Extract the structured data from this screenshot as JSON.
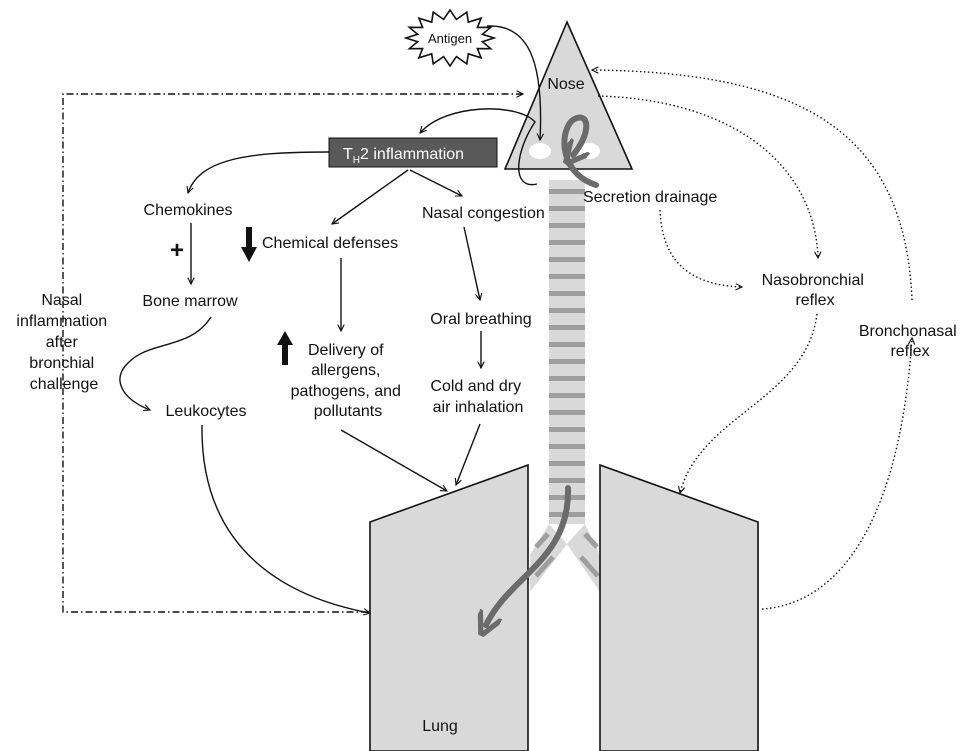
{
  "nodes": {
    "antigen": "Antigen",
    "nose": "Nose",
    "th2_prefix": "T",
    "th2_sub": "H",
    "th2_suffix": "2 inflammation",
    "chemokines": "Chemokines",
    "plus": "+",
    "bone_marrow": "Bone marrow",
    "leukocytes": "Leukocytes",
    "chemical_defenses": "Chemical defenses",
    "delivery_lines": [
      "Delivery of",
      "allergens,",
      "pathogens, and",
      "pollutants"
    ],
    "nasal_congestion": "Nasal congestion",
    "oral_breathing": "Oral breathing",
    "cold_dry_lines": [
      "Cold and dry",
      "air inhalation"
    ],
    "secretion_drainage": "Secretion drainage",
    "nasobronchial_lines": [
      "Nasobronchial",
      "reflex"
    ],
    "bronchonasal_lines": [
      "Bronchonasal",
      "reflex"
    ],
    "nasal_inflammation_lines": [
      "Nasal",
      "inflammation",
      "after",
      "bronchial",
      "challenge"
    ],
    "lung": "Lung"
  },
  "colors": {
    "organ_fill": "#d9d9d9",
    "th2_box": "#595959",
    "trachea_stripe": "#9e9e9e",
    "drainage_arrow": "#6b6b6b"
  }
}
